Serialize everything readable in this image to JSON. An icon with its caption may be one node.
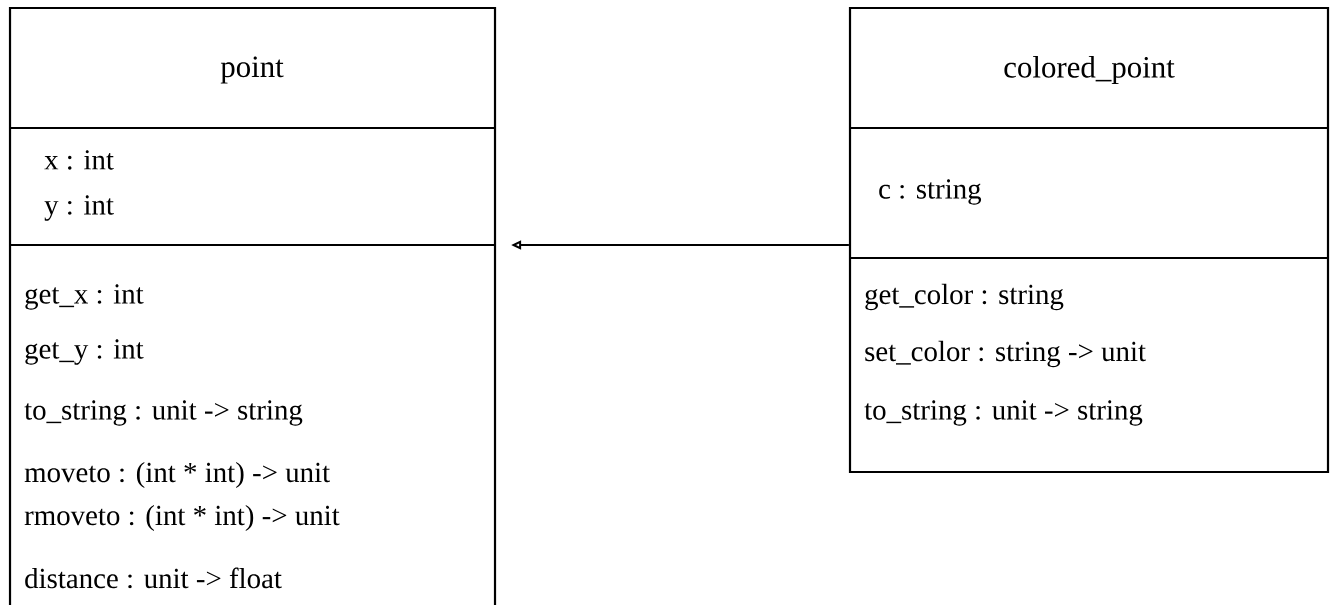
{
  "diagram": {
    "nodes": [
      {
        "text": [
          "point",
          "x : int",
          "y : int",
          "get_x : int",
          "get_y : int",
          "to_string : unit -> string",
          "moveto : (int * int) -> unit",
          "rmoveto : (int * int) -> unit",
          "distance : unit -> float"
        ]
      },
      {
        "text": [
          "colored_point",
          "c : string",
          "get_color : string",
          "set_color : string -> unit",
          "to_string : unit -> string"
        ]
      }
    ],
    "edges": [
      {
        "from": 1,
        "to": 0,
        "arrow": "to"
      }
    ]
  }
}
